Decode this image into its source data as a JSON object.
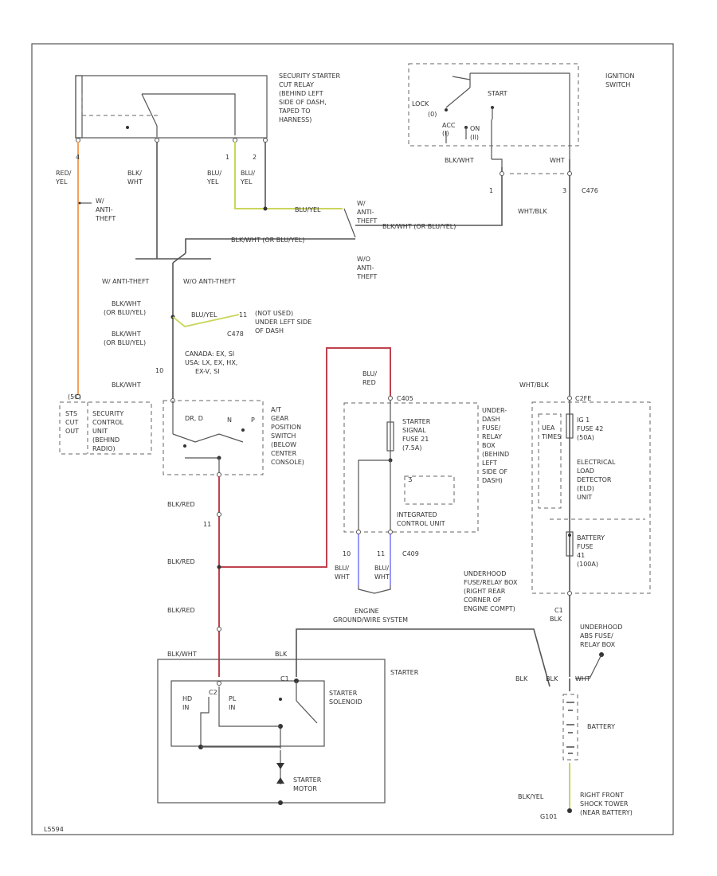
{
  "wire_colors": {
    "red_yel": "#f5a25c",
    "bru_yel": "#c9d65a",
    "bu_red": "#c0424e",
    "blue": "#8c8cf5",
    "neutral": "#555555"
  },
  "labels": {
    "relay_desc": [
      "SECURITY STARTER",
      "CUT RELAY",
      "(BEHIND LEFT",
      "SIDE OF DASH,",
      "TAPED TO",
      "HARNESS)"
    ],
    "relay_pin4": "4",
    "relay_pin1": "1",
    "relay_pin2": "2",
    "wire_red_yel": [
      "RED/",
      "YEL"
    ],
    "wire_blk_wht": [
      "BLK/",
      "WHT"
    ],
    "wire_blu_yel_a": [
      "BLU/",
      "YEL"
    ],
    "wire_blu_yel_b": [
      "BLU/",
      "YEL"
    ],
    "w_anti_theft": [
      "W/",
      "ANTI-",
      "THEFT"
    ],
    "ignition_switch": [
      "IGNITION",
      "SWITCH"
    ],
    "ign_lock": "LOCK",
    "ign_0": "(0)",
    "ign_start": "START",
    "ign_acc": "ACC",
    "ign_on": "ON",
    "ign_i": "(I)",
    "ign_ii": "(II)",
    "ign_blk_wht": "BLK/WHT",
    "ign_wht": "WHT",
    "ign_pin1": "1",
    "ign_pin3": "3",
    "ign_c476": "C476",
    "ign_wht_blk": "WHT/BLK",
    "anti_theft_sw": [
      "W/",
      "ANTI-",
      "THEFT"
    ],
    "wo_anti_theft_sw": [
      "W/O",
      "ANTI-",
      "THEFT"
    ],
    "wire_blu_yel_mid": "BLU/YEL",
    "wire_blk_wht_or": "BLK/WHT (OR BLU/YEL)",
    "w_anti_theft_2": "W/ ANTI-THEFT",
    "wo_anti_theft_2": "W/O ANTI-THEFT",
    "splice_labels_a": [
      "BLK/WHT",
      "(OR BLU/YEL)"
    ],
    "splice_labels_b": [
      "BLK/WHT",
      "(OR BLU/YEL)"
    ],
    "not_used": [
      "(NOT USED)",
      "UNDER LEFT SIDE",
      "OF DASH"
    ],
    "blu_yel_short": "BLU/YEL",
    "pin_11": "11",
    "c478": "C478",
    "canada_usa": [
      "CANADA: EX, SI",
      "USA: LX, EX, HX,",
      "EX-V, SI"
    ],
    "pin_10": "10",
    "blk_wht_low": "BLK/WHT",
    "security_unit": [
      "SECURITY",
      "CONTROL",
      "UNIT",
      "(BEHIND",
      "RADIO)"
    ],
    "sts_cut": [
      "STS",
      "CUT",
      "OUT"
    ],
    "c47x": "(5C)",
    "at_gear": [
      "A/T",
      "GEAR",
      "POSITION",
      "SWITCH",
      "(BELOW",
      "CENTER",
      "CONSOLE)"
    ],
    "gear_drn": "DR, D",
    "gear_n": "N",
    "gear_p": "P",
    "blk_red_1": "BLK/RED",
    "pin_11b": "11",
    "blk_red_2": "BLK/RED",
    "blk_red_3": "BLK/RED",
    "blu_red_top": [
      "BLU/",
      "RED"
    ],
    "c405": "C405",
    "under_dash_box": [
      "UNDER-",
      "DASH",
      "FUSE/",
      "RELAY",
      "BOX",
      "(BEHIND",
      "LEFT",
      "SIDE OF",
      "DASH)"
    ],
    "starter_signal": [
      "STARTER",
      "SIGNAL",
      "FUSE 21",
      "(7.5A)"
    ],
    "integrated_unit": [
      "INTEGRATED",
      "CONTROL UNIT"
    ],
    "pin_10b": "10",
    "pin_11c": "11",
    "c409": "C409",
    "blu_wht_1": [
      "BLU/",
      "WHT"
    ],
    "blu_wht_2": [
      "BLU/",
      "WHT"
    ],
    "wht_blk_r": "WHT/BLK",
    "c2fe": "C2FE",
    "fuse_42": [
      "IG 1",
      "FUSE 42",
      "(50A)"
    ],
    "uea_label": [
      "UEA",
      "TIMES"
    ],
    "eld": [
      "ELECTRICAL",
      "LOAD",
      "DETECTOR",
      "(ELD)",
      "UNIT"
    ],
    "battery_fuse": [
      "BATTERY",
      "FUSE",
      "41",
      "(100A)"
    ],
    "underhood_box": [
      "UNDERHOOD",
      "FUSE/RELAY BOX",
      "(RIGHT REAR",
      "CORNER OF",
      "ENGINE COMPT)"
    ],
    "c1_blk": [
      "C1",
      "BLK"
    ],
    "engine_ground": [
      "ENGINE",
      "GROUND/WIRE SYSTEM"
    ],
    "underhood_abs": [
      "UNDERHOOD",
      "ABS FUSE/",
      "RELAY BOX"
    ],
    "blk_l": "BLK",
    "blk_r": "BLK",
    "wht_r": "WHT",
    "battery": "BATTERY",
    "blk_yel": "BLK/YEL",
    "g101": "G101",
    "right_front": [
      "RIGHT FRONT",
      "SHOCK TOWER",
      "(NEAR BATTERY)"
    ],
    "starter": "STARTER",
    "starter_solenoid": [
      "STARTER",
      "SOLENOID"
    ],
    "starter_motor": [
      "STARTER",
      "MOTOR"
    ],
    "blk_wht_st": "BLK/WHT",
    "blk_st": "BLK",
    "hd_in": [
      "HD",
      "IN"
    ],
    "pl_in": [
      "PL",
      "IN"
    ],
    "c1": "C1",
    "c2": "C2",
    "code": "L5594"
  }
}
